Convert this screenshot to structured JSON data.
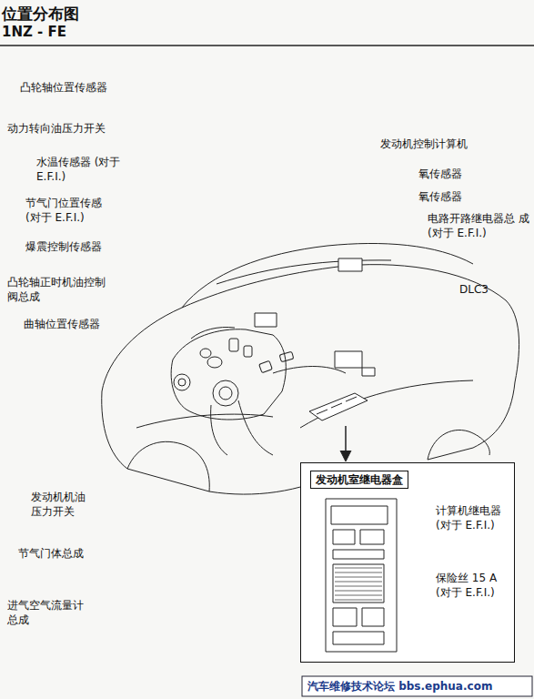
{
  "diagram": {
    "title": "位置分布图",
    "nodes": [
      {
        "text": [
          "发动机室继电器盒",
          "计算机继电器 (对于 E.F.I.)",
          "保险丝 15 A (对于 E.F.I.)"
        ]
      }
    ],
    "labels": [
      "1NZ - FE",
      "凸轮轴位置传感器",
      "动力转向油压力开关",
      "水温传感器 (对于 E.F.I.)",
      "节气门位置传感 (对于 E.F.I.)",
      "爆震控制传感器",
      "凸轮轴正时机油控制 阀总成",
      "曲轴位置传感器",
      "发动机机油 压力开关",
      "节气门体总成",
      "进气空气流量计 总成",
      "发动机控制计算机",
      "氧传感器",
      "氧传感器",
      "电路开路继电器总 成 (对于 E.F.I.)",
      "DLC3",
      "汽车维修技术论坛 bbs.ephua.com"
    ]
  }
}
